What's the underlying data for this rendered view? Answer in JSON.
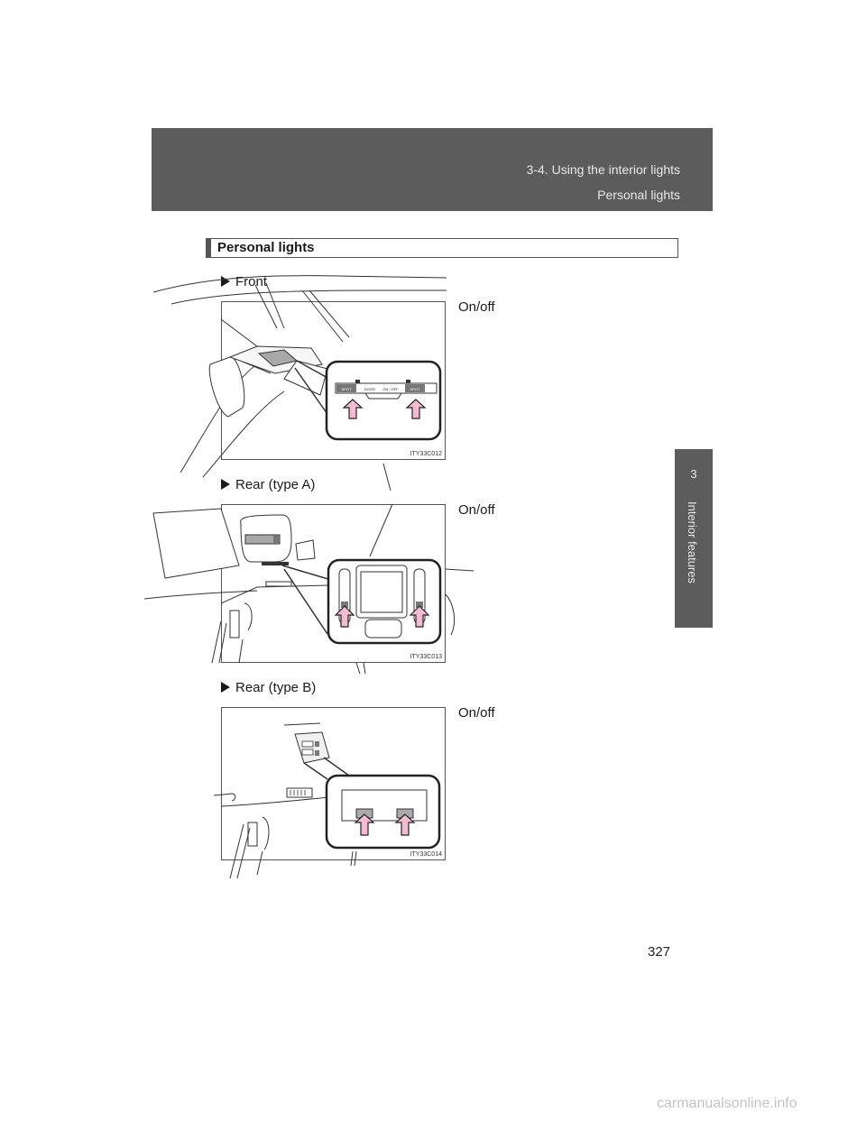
{
  "header": {
    "section": "3-4. Using the interior lights",
    "subsection": "Personal lights"
  },
  "side_tab": {
    "chapter_number": "3",
    "chapter_title": "Interior features"
  },
  "main": {
    "title": "Personal lights",
    "sections": [
      {
        "heading": "Front",
        "caption": "On/off",
        "figure_code": "ITY33C012",
        "switch_labels": [
          "SPOT",
          "DOOR",
          "ON / OFF",
          "SPOT"
        ]
      },
      {
        "heading": "Rear (type A)",
        "caption": "On/off",
        "figure_code": "ITY33C013"
      },
      {
        "heading": "Rear (type B)",
        "caption": "On/off",
        "figure_code": "ITY33C014"
      }
    ]
  },
  "footer": {
    "page_number": "327",
    "watermark": "carmanualsonline.info"
  },
  "colors": {
    "band": "#5c5c5c",
    "arrow_fill": "#f4bcd2"
  }
}
